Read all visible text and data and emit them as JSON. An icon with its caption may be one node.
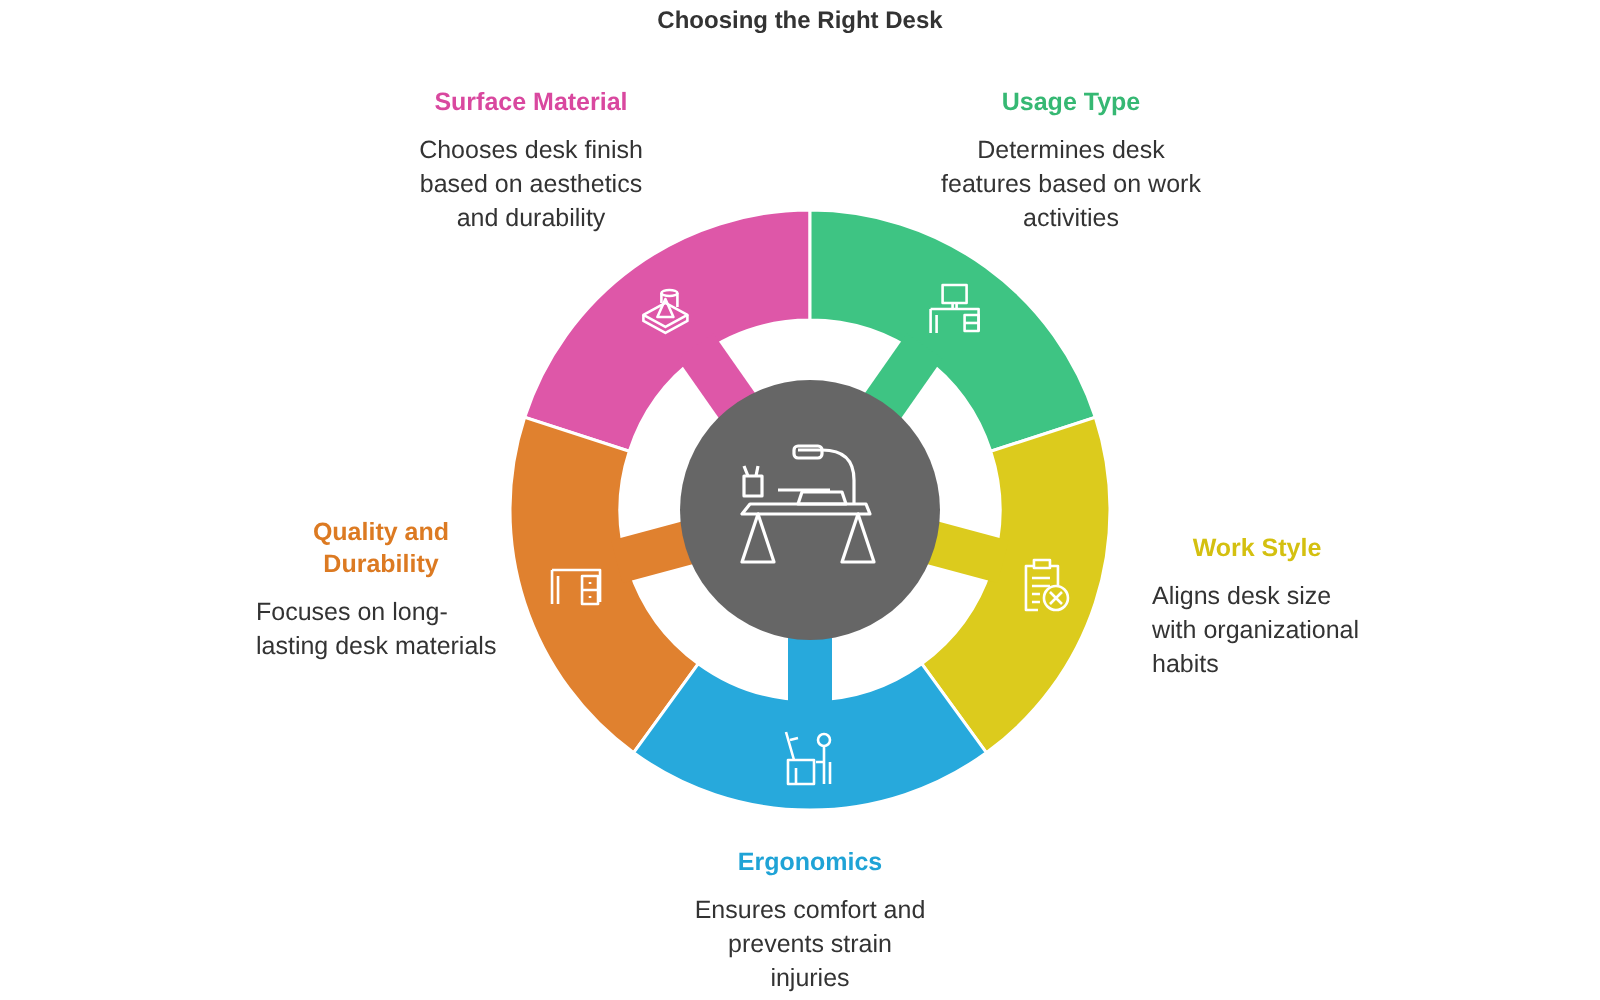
{
  "diagram": {
    "title": "Choosing the Right Desk",
    "nodes": [
      {
        "text": [
          "Surface Material",
          "Chooses desk finish based on aesthetics and durability"
        ]
      },
      {
        "text": [
          "Usage Type",
          "Determines desk features based on work activities"
        ]
      },
      {
        "text": [
          "Quality and Durability",
          "Focuses on long-lasting desk materials"
        ]
      },
      {
        "text": [
          "Work Style",
          "Aligns desk size with organizational habits"
        ]
      },
      {
        "text": [
          "Ergonomics",
          "Ensures comfort and prevents strain injuries"
        ]
      },
      {
        "text": [],
        "shape": "circle"
      }
    ]
  }
}
